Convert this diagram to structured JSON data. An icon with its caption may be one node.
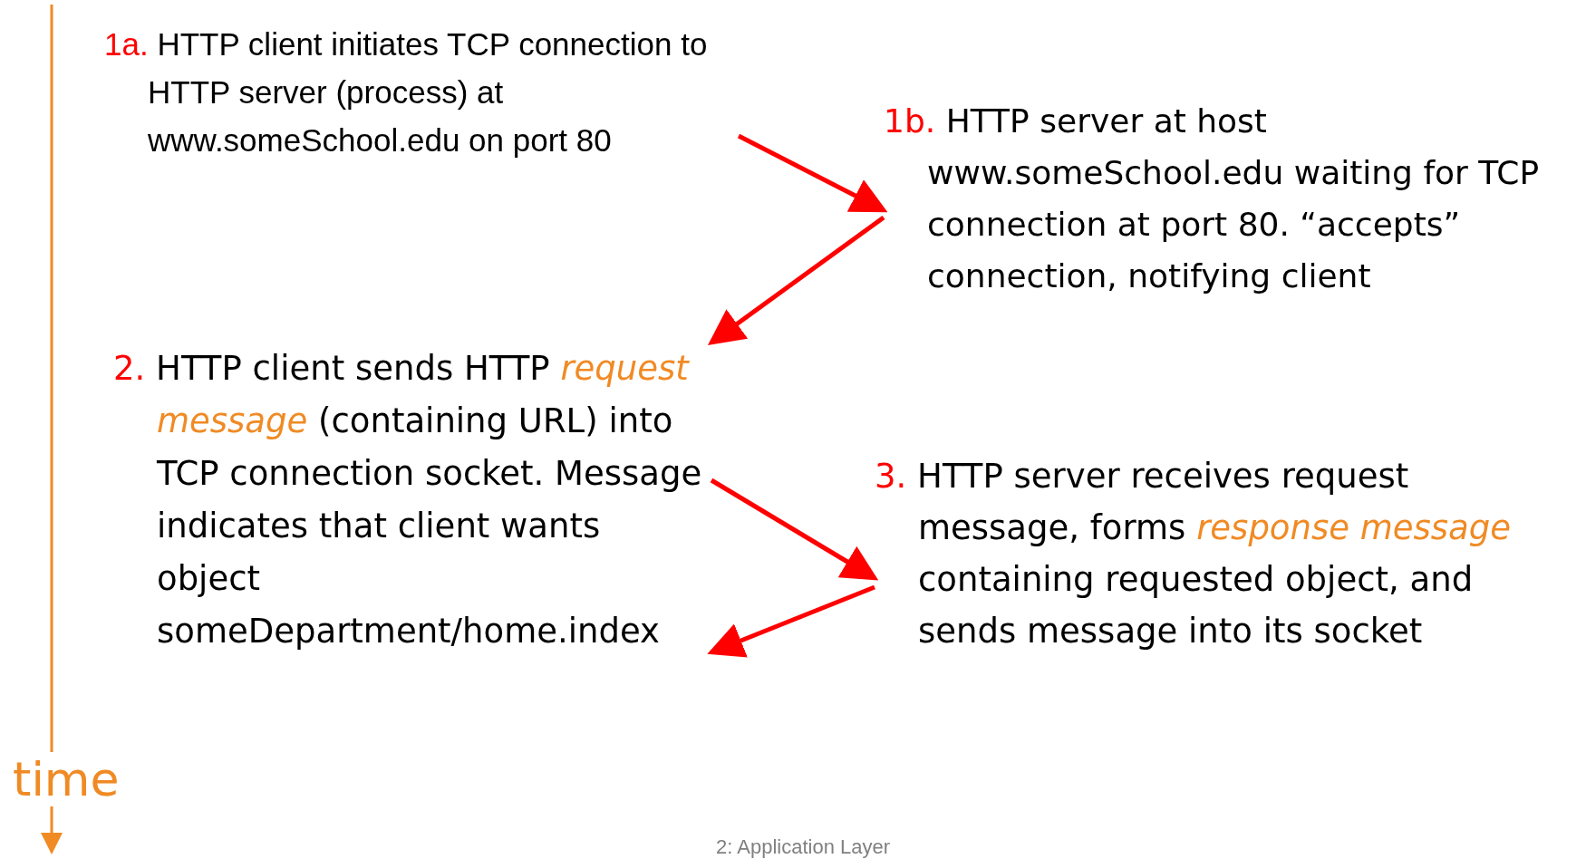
{
  "diagram": {
    "nodes": [
      {
        "text": [
          "1a.",
          "HTTP client initiates TCP connection to HTTP server (process) at www.someSchool.edu on port 80"
        ]
      },
      {
        "text": [
          "1b.",
          "HTTP server at host www.someSchool.edu waiting for TCP connection at port 80. “accepts” connection, notifying client"
        ]
      },
      {
        "text": [
          "2.",
          "HTTP client sends HTTP *request message* (containing URL) into TCP connection socket. Message indicates that client wants object someDepartment/home.index"
        ]
      },
      {
        "text": [
          "3.",
          "HTTP server receives request message, forms *response message* containing requested object, and sends message into its socket"
        ]
      }
    ],
    "edges": [
      {
        "from": 0,
        "to": 1,
        "arrow": "to",
        "color": "#ff0000"
      },
      {
        "from": 1,
        "to": 2,
        "arrow": "to",
        "color": "#ff0000"
      },
      {
        "from": 2,
        "to": 3,
        "arrow": "to",
        "color": "#ff0000"
      },
      {
        "from": 3,
        "to": 2,
        "arrow": "to",
        "color": "#ff0000"
      }
    ],
    "labels": [
      "time",
      "2: Application Layer"
    ]
  }
}
